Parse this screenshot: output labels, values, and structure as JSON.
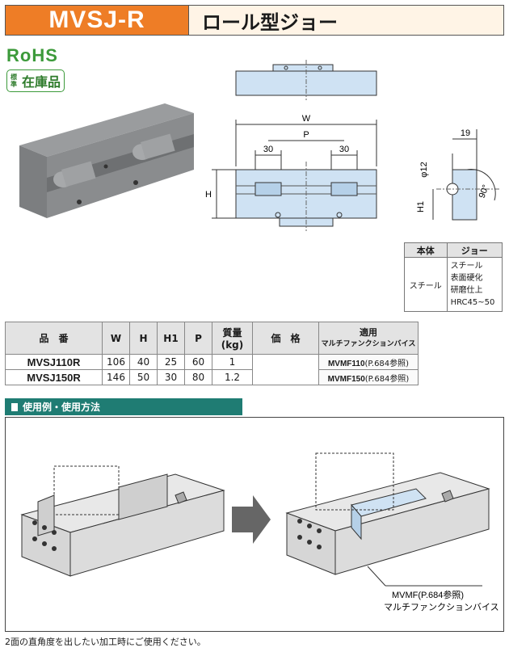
{
  "header": {
    "model": "MVSJ-R",
    "name": "ロール型ジョー"
  },
  "badges": {
    "rohs": "RoHS",
    "stock_small": "標準",
    "stock_big": "在庫品"
  },
  "drawing": {
    "labels": {
      "w": "W",
      "p": "P",
      "dim30_left": "30",
      "dim30_right": "30",
      "h": "H",
      "dim19": "19",
      "phi12": "φ12",
      "h1": "H1",
      "angle": "90°"
    }
  },
  "material": {
    "headers": [
      "本体",
      "ジョー"
    ],
    "body": "スチール",
    "jaw": [
      "スチール",
      "表面硬化",
      "研磨仕上",
      "HRC45~50"
    ]
  },
  "spec": {
    "headers": {
      "part": "品　番",
      "w": "W",
      "h": "H",
      "h1": "H1",
      "p": "P",
      "mass": "質量(kg)",
      "price": "価　格",
      "app": "適用",
      "app_sub": "マルチファンクションバイス"
    },
    "rows": [
      {
        "part": "MVSJ110R",
        "w": "106",
        "h": "40",
        "h1": "25",
        "p": "60",
        "mass": "1",
        "price": "",
        "app_model": "MVMF110",
        "app_ref": "(P.684参照)"
      },
      {
        "part": "MVSJ150R",
        "w": "146",
        "h": "50",
        "h1": "30",
        "p": "80",
        "mass": "1.2",
        "price": "",
        "app_model": "MVMF150",
        "app_ref": "(P.684参照)"
      }
    ]
  },
  "usage": {
    "title": "使用例・使用方法",
    "callout_line1": "MVMF(P.684参照)",
    "callout_line2": "マルチファンクションバイス"
  },
  "footnote": "2面の直角度を出したい加工時にご使用ください。"
}
